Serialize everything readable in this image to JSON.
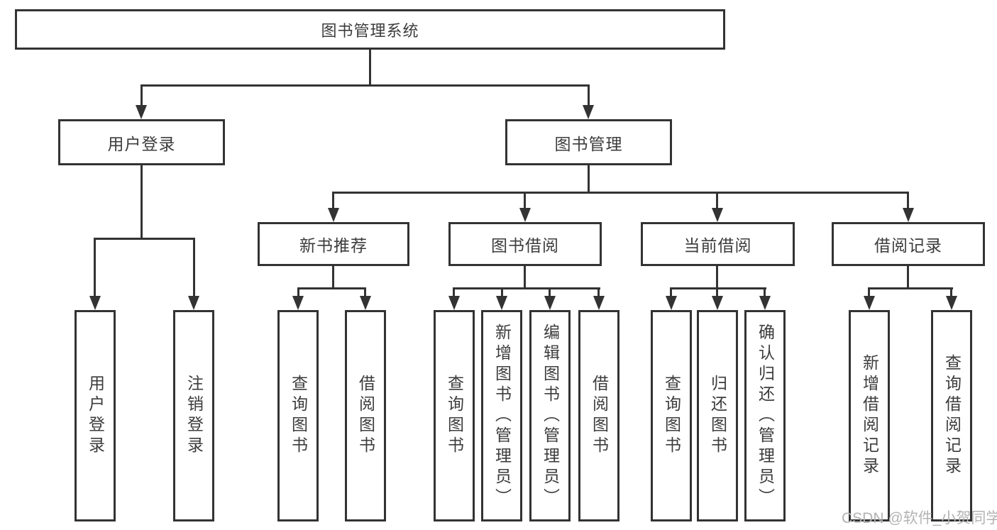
{
  "diagram": {
    "type": "hierarchy-tree",
    "background_color": "#ffffff",
    "line_color": "#333333",
    "text_color": "#3c3c3c",
    "tree": {
      "root": {
        "label": "图书管理系统"
      },
      "branches": [
        {
          "label": "用户登录",
          "children": [
            {
              "label": "用户登录"
            },
            {
              "label": "注销登录"
            }
          ]
        },
        {
          "label": "图书管理",
          "children": [
            {
              "label": "新书推荐",
              "children": [
                {
                  "label": "查询图书"
                },
                {
                  "label": "借阅图书"
                }
              ]
            },
            {
              "label": "图书借阅",
              "children": [
                {
                  "label": "查询图书"
                },
                {
                  "label": "新增图书（管理员）"
                },
                {
                  "label": "编辑图书（管理员）"
                },
                {
                  "label": "借阅图书"
                }
              ]
            },
            {
              "label": "当前借阅",
              "children": [
                {
                  "label": "查询图书"
                },
                {
                  "label": "归还图书"
                },
                {
                  "label": "确认归还（管理员）"
                }
              ]
            },
            {
              "label": "借阅记录",
              "children": [
                {
                  "label": "新增借阅记录"
                },
                {
                  "label": "查询借阅记录"
                }
              ]
            }
          ]
        }
      ]
    }
  },
  "watermark": {
    "text": "CSDN @软件_小贺同学",
    "color": "#b3b3b3"
  }
}
